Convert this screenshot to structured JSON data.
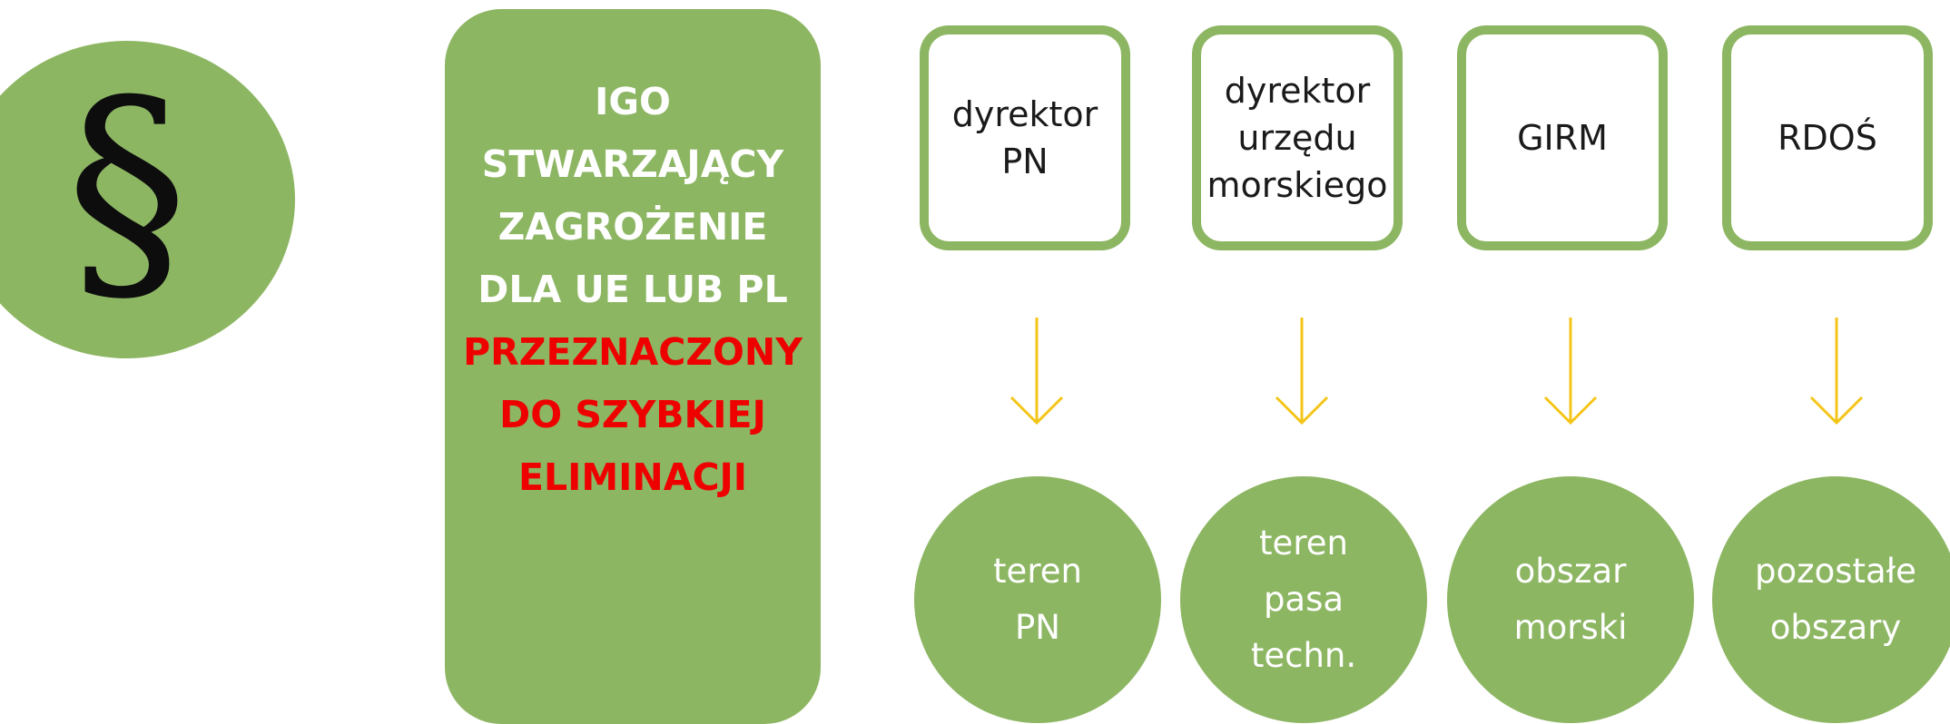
{
  "colors": {
    "green": "#8db663",
    "arrow": "#f4c518",
    "warning": "#ee0000"
  },
  "icon": {
    "name": "section-sign-icon",
    "glyph": "§"
  },
  "main_box": {
    "lines": [
      {
        "text": "IGO",
        "style": "white"
      },
      {
        "text": "STWARZAJĄCY",
        "style": "white"
      },
      {
        "text": "ZAGROŻENIE",
        "style": "white"
      },
      {
        "text": "DLA UE LUB PL",
        "style": "white"
      },
      {
        "text": "PRZEZNACZONY",
        "style": "red"
      },
      {
        "text": "DO SZYBKIEJ",
        "style": "red"
      },
      {
        "text": "ELIMINACJI",
        "style": "red"
      }
    ]
  },
  "columns": [
    {
      "authority": "dyrektor\nPN",
      "area": "teren\nPN"
    },
    {
      "authority": "dyrektor\nurzędu\nmorskiego",
      "area": "teren\npasa\ntechn."
    },
    {
      "authority": "GIRM",
      "area": "obszar\nmorski"
    },
    {
      "authority": "RDOŚ",
      "area": "pozostałe\nobszary"
    }
  ]
}
